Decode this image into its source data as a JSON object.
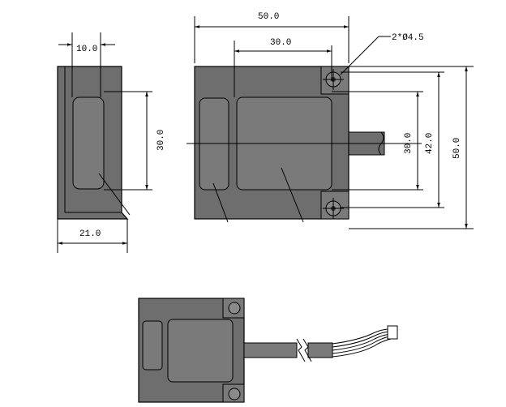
{
  "dimensions": {
    "side_top_width": "10.0",
    "side_height": "30.0",
    "side_bottom_width": "21.0",
    "front_overall_width": "50.0",
    "front_pad_width": "30.0",
    "hole_callout": "2*Ø4.5",
    "front_pad_height": "30.0",
    "hole_spacing": "42.0",
    "front_overall_height": "50.0"
  },
  "colors": {
    "housing": "#6e6e6e",
    "pad": "#7a7a7a",
    "line": "#000000",
    "background": "#ffffff"
  }
}
